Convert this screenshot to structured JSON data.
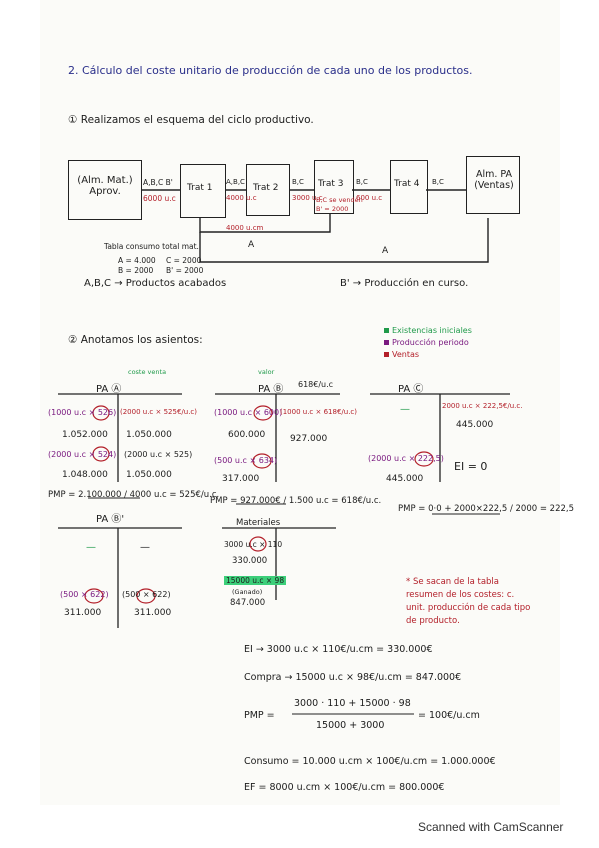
{
  "title": "2. Cálculo del coste unitario de producción de cada uno de los productos.",
  "section1": {
    "heading": "① Realizamos el esquema del ciclo productivo.",
    "boxes": {
      "alm_mat": "(Alm. Mat.) Aprov.",
      "trat1": "Trat 1",
      "trat2": "Trat 2",
      "trat3": "Trat 3",
      "trat4": "Trat 4",
      "alm_pa": "Alm. PA (Ventas)"
    },
    "labels": {
      "abc_b_prime": "A,B,C B'",
      "units_6000": "6000 u.c",
      "abc2": "A,B,C",
      "units_4000": "4000 u.c",
      "bc": "B,C",
      "units_3000": "3000 u.c",
      "bc_se_venden": "B,C se venden",
      "b_prime_2000": "B' = 2000",
      "bc2": "B,C",
      "units_600": "600 u.c",
      "bc3": "B,C",
      "units_4000cm": "4000 u.cm",
      "a_label": "A",
      "a_label2": "A",
      "tabla": "Tabla consumo total mat.",
      "tabla_a": "A = 4.000",
      "tabla_c": "C = 2000",
      "tabla_b": "B = 2000",
      "tabla_bp": "B' = 2000"
    },
    "legend_abc": "A,B,C → Productos acabados",
    "legend_bp": "B' → Producción en curso."
  },
  "section2": {
    "heading": "② Anotamos los asientos:",
    "key": [
      {
        "color": "#1f9a4a",
        "text": "Existencias iniciales"
      },
      {
        "color": "#7a1a80",
        "text": "Producción periodo"
      },
      {
        "color": "#b3202a",
        "text": "Ventas"
      }
    ],
    "pa_a": {
      "title": "PA Ⓐ",
      "note": "coste venta",
      "left": [
        "(1000 u.c × 526)",
        "1.052.000",
        "(2000 u.c × 524)",
        "1.048.000"
      ],
      "right": [
        "(2000 u.c × 525€/u.c)",
        "1.050.000",
        "(2000 u.c × 525)",
        "1.050.000"
      ],
      "pmp": "PMP = 2.100.000 / 4000 u.c = 525€/u.c."
    },
    "pa_b": {
      "title": "PA Ⓑ",
      "note": "valor",
      "left": [
        "(1000 u.c × 600)",
        "600.000",
        "(500 u.c × 634)",
        "317.000"
      ],
      "right": [
        "(1000 u.c × 618€/u.c)",
        "927.000",
        "618€/u.c"
      ],
      "pmp": "PMP = 927.000€ / 1.500 u.c = 618€/u.c."
    },
    "pa_c": {
      "title": "PA Ⓒ",
      "left": [
        "—",
        "(2000 u.c × 222,5)",
        "445.000"
      ],
      "right": [
        "2000 u.c × 222,5€/u.c.",
        "445.000"
      ],
      "ei": "EI = 0",
      "pmp": "PMP = 0·0 + 2000×222,5 / 2000 = 222,5"
    },
    "pa_bp": {
      "title": "PA Ⓑ'",
      "left": [
        "—",
        "(500 × 622)",
        "311.000"
      ],
      "right": [
        "—",
        "(500 × 622)",
        "311.000"
      ]
    },
    "materiales": {
      "title": "Materiales",
      "items": [
        "3000 u.c × 110",
        "330.000",
        "15000 u.c × 98",
        "(Ganado)",
        "847.000"
      ]
    },
    "note": "* Se sacan de la tabla resumen de los costes: c. unit. producción de cada tipo de producto."
  },
  "calcs": {
    "ei": "EI → 3000 u.c × 110€/u.cm = 330.000€",
    "compra": "Compra → 15000 u.c × 98€/u.cm = 847.000€",
    "pmp_num": "3000 · 110 + 15000 · 98",
    "pmp_den": "15000 + 3000",
    "pmp_label": "PMP =",
    "pmp_res": "= 100€/u.cm",
    "consumo": "Consumo = 10.000 u.cm × 100€/u.cm = 1.000.000€",
    "ef": "EF = 8000 u.cm × 100€/u.cm = 800.000€"
  },
  "footer": "Scanned with CamScanner"
}
